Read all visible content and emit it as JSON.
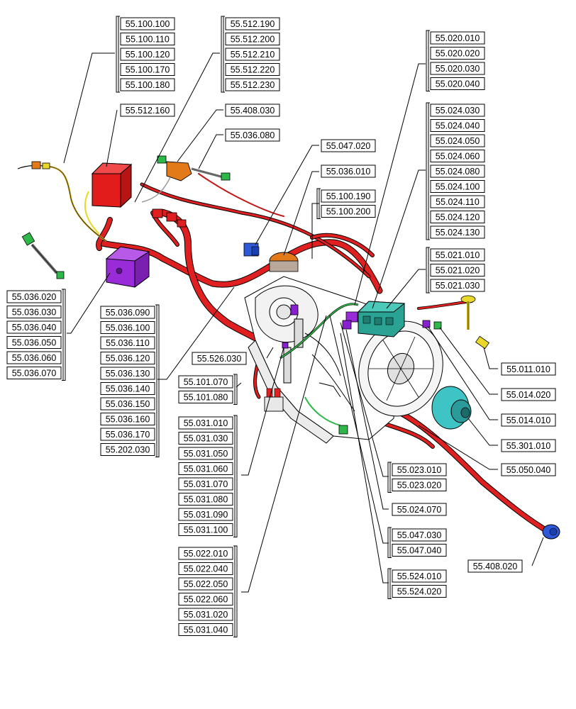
{
  "colors": {
    "harness": "#e02020",
    "outline": "#000000",
    "cab_box": "#e21b1b",
    "valve_block": "#9a2bd8",
    "bracket_orange": "#e27a1a",
    "switch_green": "#2fb84a",
    "switch_yellow": "#e9d72a",
    "alternator_teal": "#3ec4c4",
    "solenoid_teal": "#2aa394",
    "sensor_blue": "#2d58d8",
    "sensor_purple": "#8a1fd1"
  },
  "label_groups": [
    {
      "name": "group-55-100",
      "labels": [
        "55.100.100",
        "55.100.110",
        "55.100.120",
        "55.100.170",
        "55.100.180"
      ]
    },
    {
      "name": "group-55-512-190",
      "labels": [
        "55.512.190",
        "55.512.200",
        "55.512.210",
        "55.512.220",
        "55.512.230"
      ]
    },
    {
      "name": "group-55-020",
      "labels": [
        "55.020.010",
        "55.020.020",
        "55.020.030",
        "55.020.040"
      ]
    },
    {
      "name": "group-55-512-160",
      "labels": [
        "55.512.160"
      ]
    },
    {
      "name": "group-55-408-030",
      "labels": [
        "55.408.030"
      ]
    },
    {
      "name": "group-55-036-080",
      "labels": [
        "55.036.080"
      ]
    },
    {
      "name": "group-55-024",
      "labels": [
        "55.024.030",
        "55.024.040",
        "55.024.050",
        "55.024.060",
        "55.024.080",
        "55.024.100",
        "55.024.110",
        "55.024.120",
        "55.024.130"
      ]
    },
    {
      "name": "group-55-047-020",
      "labels": [
        "55.047.020"
      ]
    },
    {
      "name": "group-55-036-010",
      "labels": [
        "55.036.010"
      ]
    },
    {
      "name": "group-55-100-190",
      "labels": [
        "55.100.190",
        "55.100.200"
      ]
    },
    {
      "name": "group-55-021",
      "labels": [
        "55.021.010",
        "55.021.020",
        "55.021.030"
      ]
    },
    {
      "name": "group-55-036-020",
      "labels": [
        "55.036.020",
        "55.036.030",
        "55.036.040",
        "55.036.050",
        "55.036.060",
        "55.036.070"
      ]
    },
    {
      "name": "group-55-036-090",
      "labels": [
        "55.036.090",
        "55.036.100",
        "55.036.110",
        "55.036.120",
        "55.036.130",
        "55.036.140",
        "55.036.150",
        "55.036.160",
        "55.036.170",
        "55.202.030"
      ]
    },
    {
      "name": "group-55-526-030",
      "labels": [
        "55.526.030"
      ]
    },
    {
      "name": "group-55-011-010",
      "labels": [
        "55.011.010"
      ]
    },
    {
      "name": "group-55-101",
      "labels": [
        "55.101.070",
        "55.101.080"
      ]
    },
    {
      "name": "group-55-014-020",
      "labels": [
        "55.014.020"
      ]
    },
    {
      "name": "group-55-014-010",
      "labels": [
        "55.014.010"
      ]
    },
    {
      "name": "group-55-031",
      "labels": [
        "55.031.010",
        "55.031.030",
        "55.031.050",
        "55.031.060",
        "55.031.070",
        "55.031.080",
        "55.031.090",
        "55.031.100"
      ]
    },
    {
      "name": "group-55-301-010",
      "labels": [
        "55.301.010"
      ]
    },
    {
      "name": "group-55-050-040",
      "labels": [
        "55.050.040"
      ]
    },
    {
      "name": "group-55-023",
      "labels": [
        "55.023.010",
        "55.023.020"
      ]
    },
    {
      "name": "group-55-024-070",
      "labels": [
        "55.024.070"
      ]
    },
    {
      "name": "group-55-047-030",
      "labels": [
        "55.047.030",
        "55.047.040"
      ]
    },
    {
      "name": "group-55-408-020",
      "labels": [
        "55.408.020"
      ]
    },
    {
      "name": "group-55-524",
      "labels": [
        "55.524.010",
        "55.524.020"
      ]
    },
    {
      "name": "group-55-022",
      "labels": [
        "55.022.010",
        "55.022.040",
        "55.022.050",
        "55.022.060",
        "55.031.020",
        "55.031.040"
      ]
    }
  ]
}
